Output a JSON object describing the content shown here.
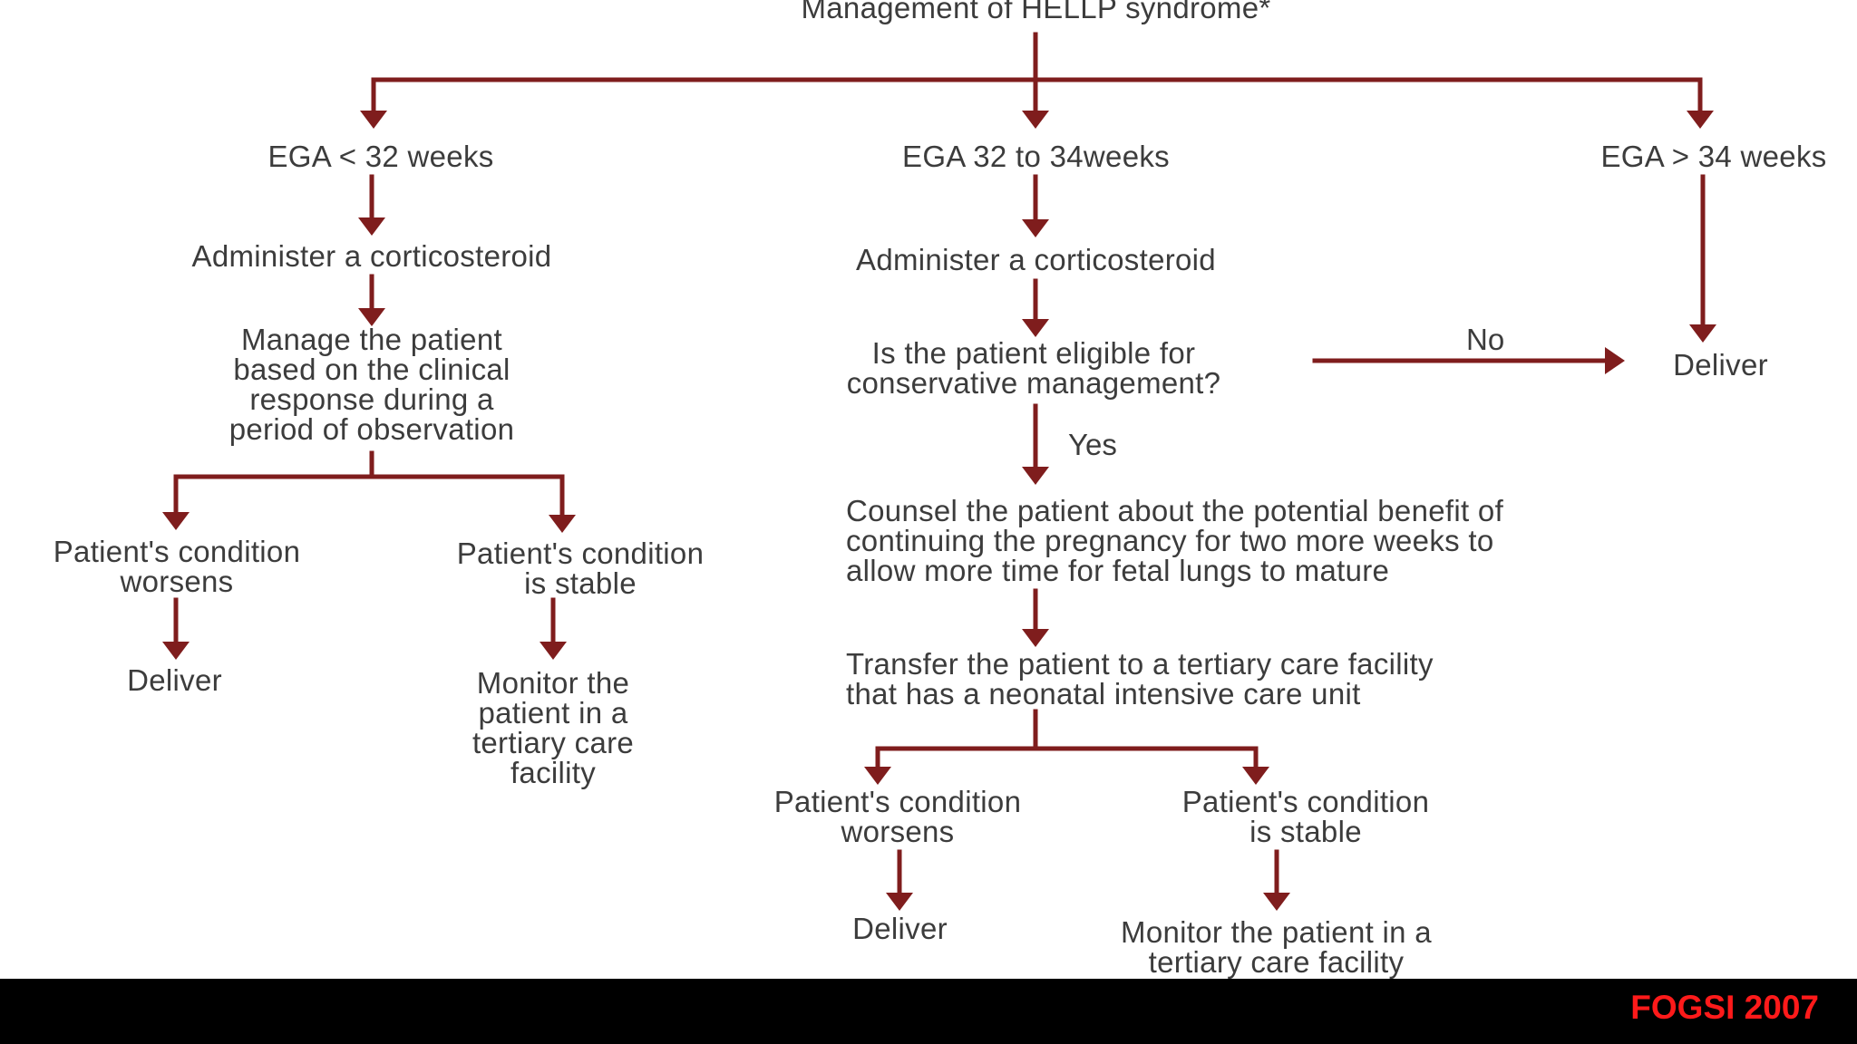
{
  "diagram": {
    "title": "Management of HELLP syndrome*",
    "branches": {
      "early": {
        "label": "EGA < 32 weeks",
        "steroid": "Administer a corticosteroid",
        "manage": "Manage the patient\nbased on the clinical\nresponse during a\nperiod of observation",
        "worsens": "Patient's condition\nworsens",
        "worsens_action": "Deliver",
        "stable": "Patient's condition\nis stable",
        "stable_action": "Monitor the\npatient in a\ntertiary care\nfacility"
      },
      "middle": {
        "label": "EGA 32 to 34weeks",
        "steroid": "Administer a corticosteroid",
        "question": "Is the patient eligible for\nconservative management?",
        "no_label": "No",
        "yes_label": "Yes",
        "deliver": "Deliver",
        "counsel": "Counsel the patient about the potential benefit of\ncontinuing the pregnancy for two more weeks to\nallow more time for fetal lungs to mature",
        "transfer": "Transfer the patient to a tertiary care facility\nthat has a neonatal intensive care unit",
        "worsens": "Patient's condition\nworsens",
        "worsens_action": "Deliver",
        "stable": "Patient's condition\nis stable",
        "stable_action": "Monitor the patient in a\ntertiary care facility"
      },
      "late": {
        "label": "EGA > 34 weeks"
      }
    },
    "arrow_color": "#7f1d1d",
    "text_color": "#3c3c3c"
  },
  "footer": {
    "badge": "FOGSI 2007",
    "badge_color": "#ff1a1a"
  }
}
